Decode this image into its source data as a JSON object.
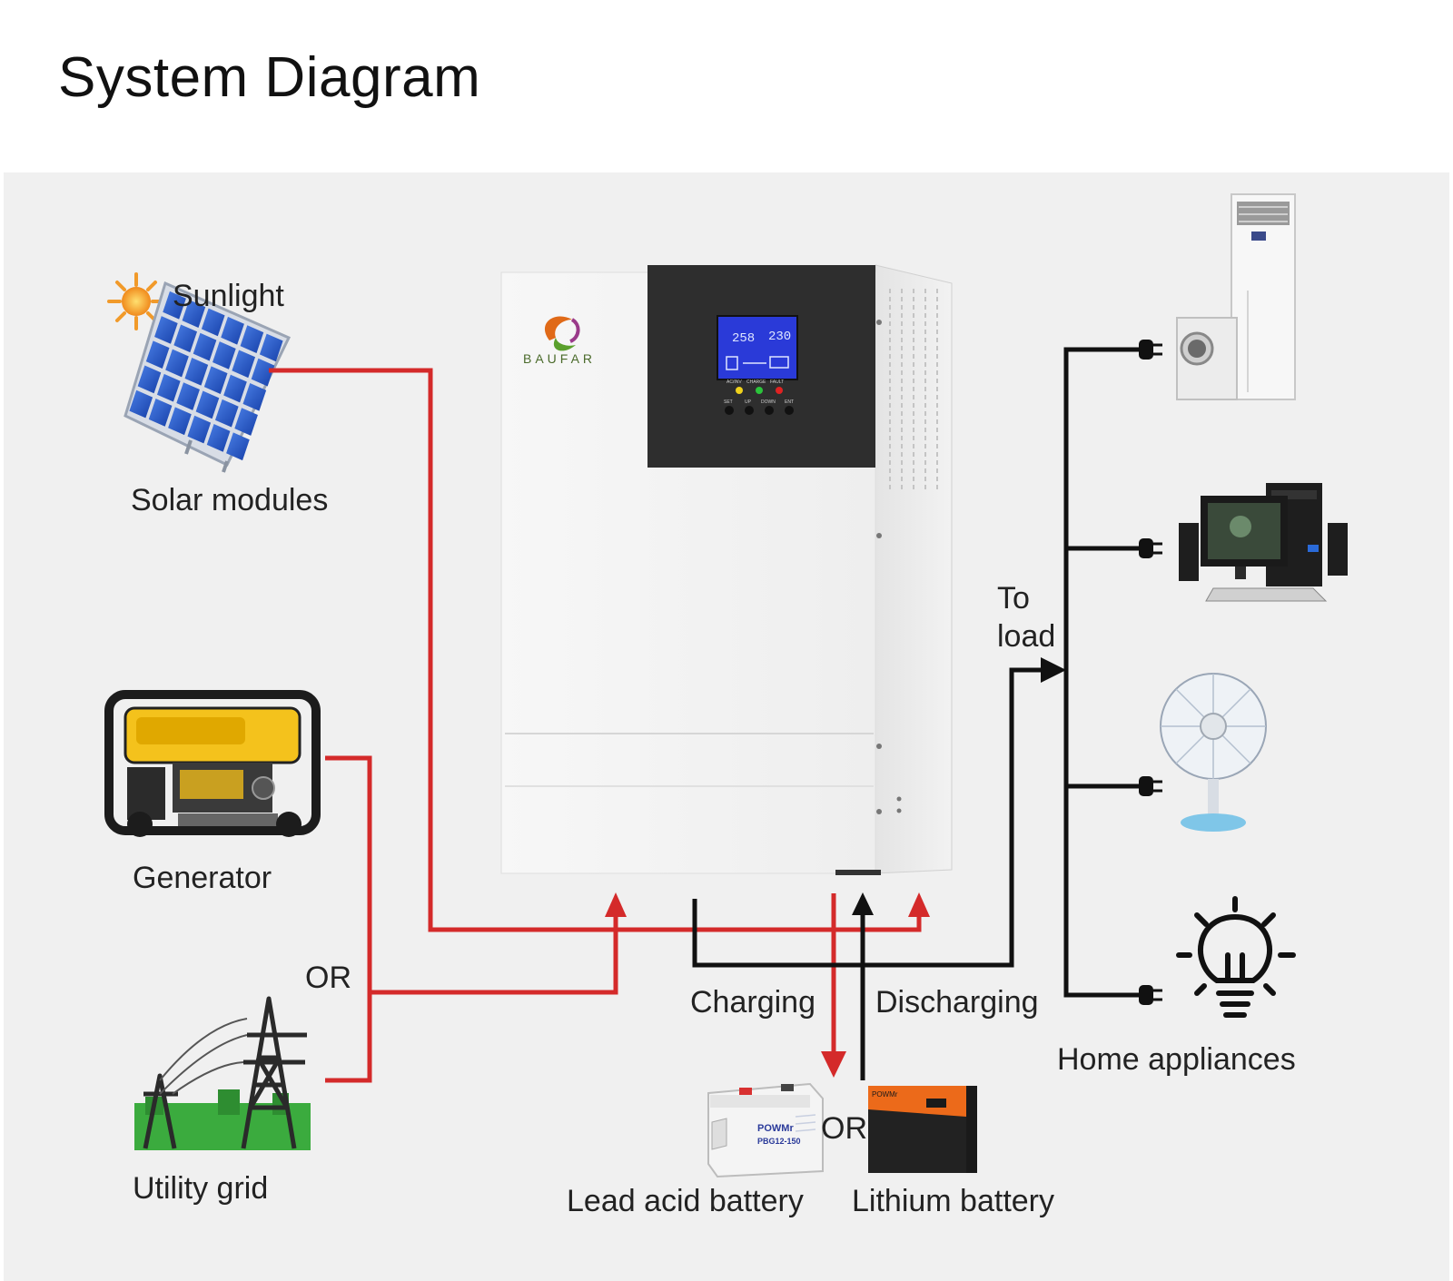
{
  "title": "System Diagram",
  "labels": {
    "sunlight": "Sunlight",
    "solar_modules": "Solar modules",
    "generator": "Generator",
    "or_grid": "OR",
    "utility_grid": "Utility grid",
    "to_load_line1": "To",
    "to_load_line2": "load",
    "charging": "Charging",
    "discharging": "Discharging",
    "home_appliances": "Home appliances",
    "or_battery": "OR",
    "lead_acid_battery": "Lead acid battery",
    "lithium_battery": "Lithium battery"
  },
  "inverter": {
    "brand": "BAUFAR",
    "lcd_left": "258",
    "lcd_right": "230",
    "indicators": [
      "AC/INV",
      "CHARGE",
      "FAULT"
    ],
    "buttons": [
      "SET",
      "UP",
      "DOWN",
      "ENT"
    ]
  },
  "batteries": {
    "lead_acid_brand": "POWMr",
    "lead_acid_model": "PBG12-150",
    "lithium_brand": "POWMr"
  },
  "colors": {
    "power_line": "#d42a2a",
    "load_line": "#111111",
    "background": "#f0f0f0",
    "inverter_body": "#f4f4f4",
    "inverter_front": "#2e2e2e",
    "lcd": "#2a3ad8"
  },
  "icons": [
    "sun-icon",
    "solar-panel-icon",
    "generator-icon",
    "power-tower-icon",
    "inverter-unit",
    "air-conditioner-icon",
    "washing-machine-icon",
    "computer-icon",
    "fan-icon",
    "light-bulb-icon",
    "lead-acid-battery-icon",
    "lithium-battery-icon"
  ]
}
